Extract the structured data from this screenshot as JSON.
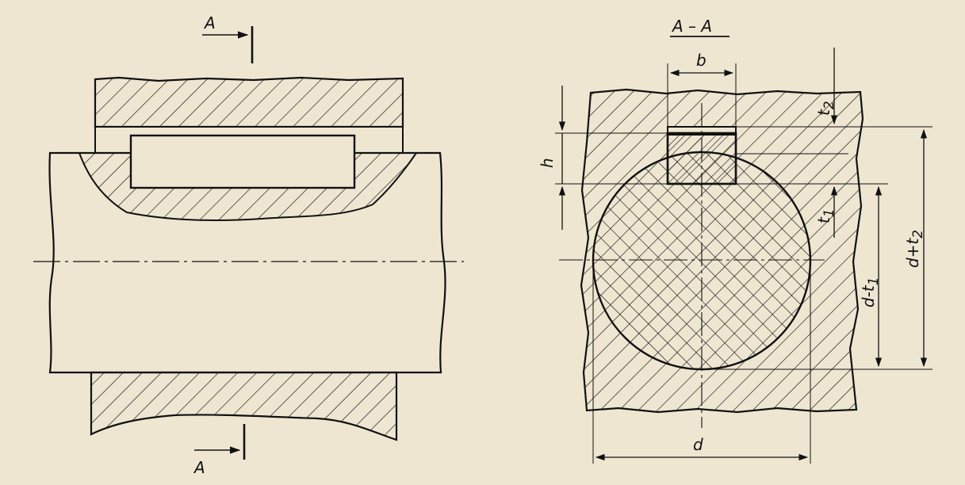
{
  "section_marks": {
    "top": "A",
    "bottom": "A"
  },
  "section_title": "A – A",
  "dimensions": {
    "b": "b",
    "h": "h",
    "t2": "t",
    "t2_sub": "2",
    "t1": "t",
    "t1_sub": "1",
    "d": "d",
    "d_minus_t1": "d-t",
    "d_minus_t1_sub": "1",
    "d_plus_t2": "d+t",
    "d_plus_t2_sub": "2"
  },
  "colors": {
    "paper": "#efe6d2",
    "ink": "#111111"
  }
}
